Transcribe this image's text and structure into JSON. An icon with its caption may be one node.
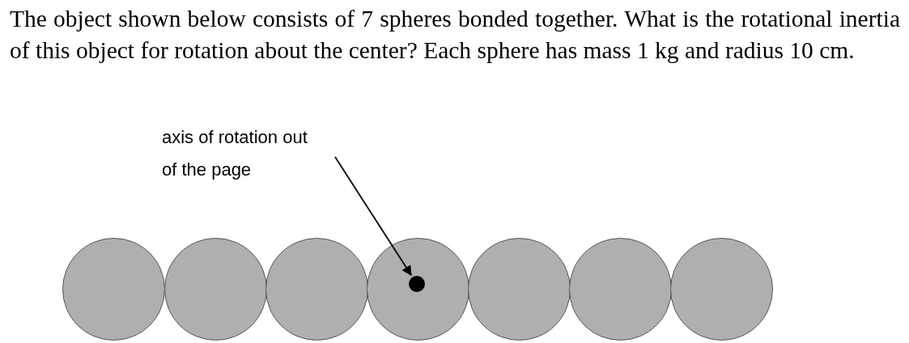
{
  "diagram": {
    "title": "The object shown below consists of 7 spheres bonded together. What is the rotational inertia of this object for rotation about the center? Each sphere has mass 1 kg and radius 10 cm.",
    "nodes": [
      {
        "text": [
          "axis of rotation out of the page"
        ]
      },
      {
        "text": [],
        "shape": "circle"
      },
      {
        "text": [],
        "shape": "circle"
      },
      {
        "text": [],
        "shape": "circle"
      },
      {
        "text": [],
        "shape": "circle"
      },
      {
        "text": [],
        "shape": "circle"
      },
      {
        "text": [],
        "shape": "circle"
      },
      {
        "text": [],
        "shape": "circle"
      },
      {
        "text": [],
        "shape": "circle",
        "in": 4
      }
    ],
    "edges": [
      {
        "from": 0,
        "to": 8,
        "arrow": "to"
      }
    ]
  }
}
